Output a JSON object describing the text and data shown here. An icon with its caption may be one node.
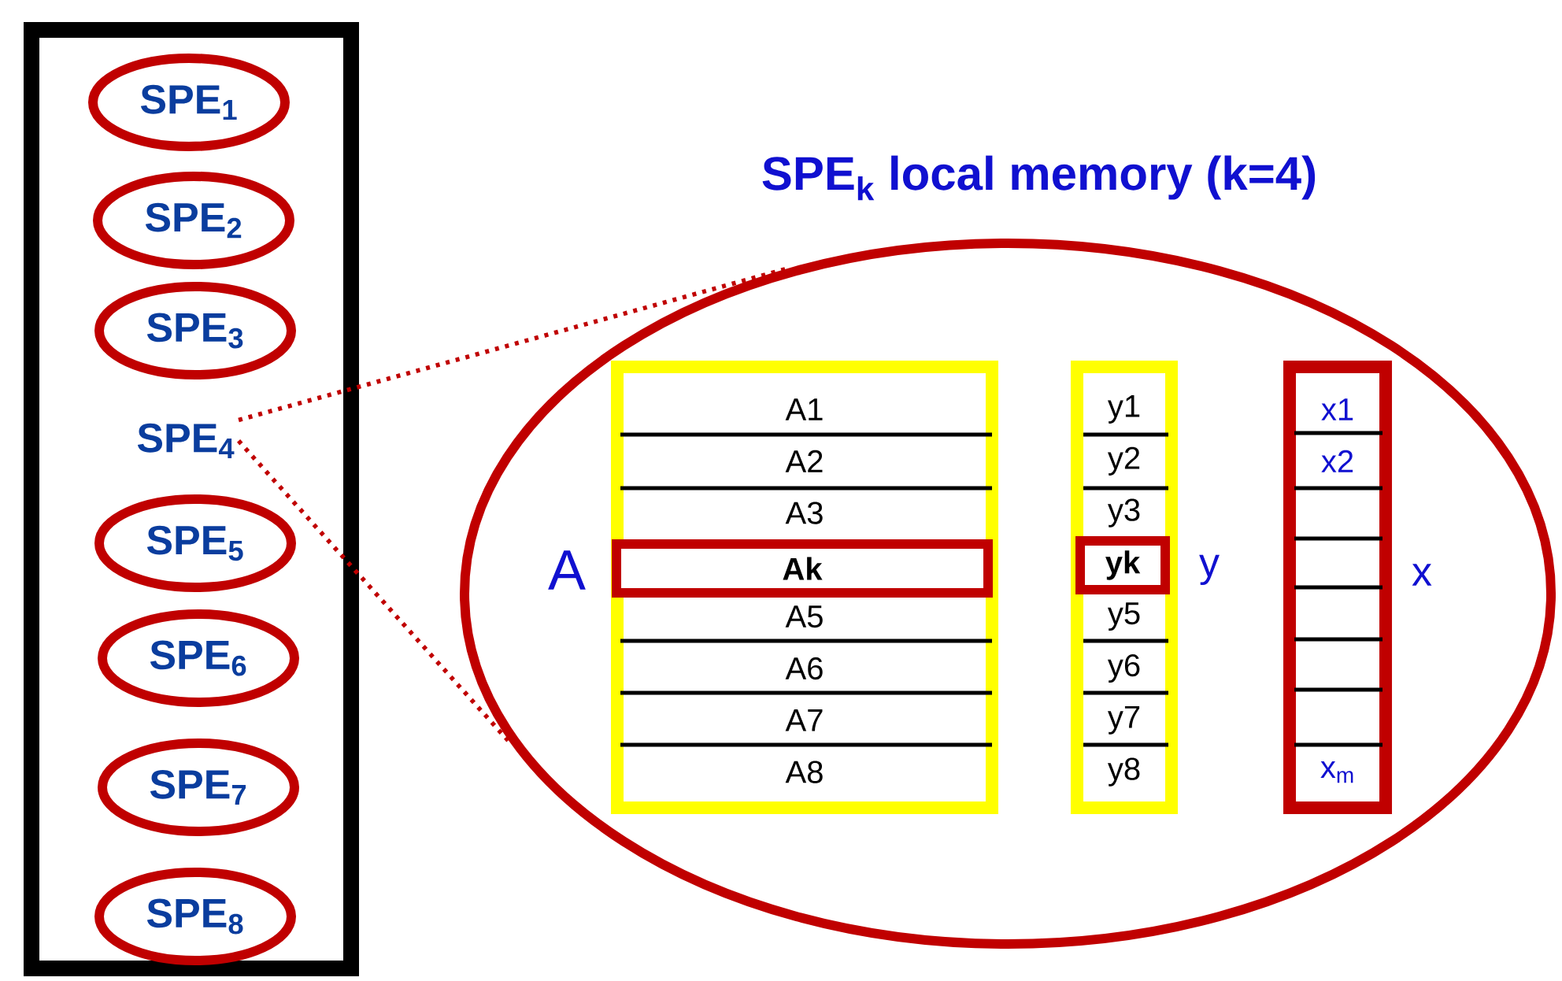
{
  "diagram": {
    "nodes": [
      {
        "text": [],
        "shape": "box"
      },
      {
        "text": [
          "SPE$_{1}$"
        ],
        "in": 0
      },
      {
        "text": [
          "SPE$_{2}$"
        ],
        "in": 0
      },
      {
        "text": [
          "SPE$_{3}$"
        ],
        "in": 0
      },
      {
        "text": [
          "SPE$_{4}$"
        ],
        "in": 0
      },
      {
        "text": [
          "SPE$_{5}$"
        ],
        "in": 0
      },
      {
        "text": [
          "SPE$_{6}$"
        ],
        "in": 0
      },
      {
        "text": [
          "SPE$_{7}$"
        ],
        "in": 0
      },
      {
        "text": [
          "SPE$_{8}$"
        ],
        "in": 0
      },
      {
        "text": [
          "SPE$_{k}$ local memory (k=4)"
        ]
      },
      {
        "text": [
          "A1",
          "A2",
          "A3",
          "A5",
          "A6",
          "A7",
          "A8"
        ],
        "beside": [
          "A"
        ],
        "in": 9
      },
      {
        "text": [
          "Ak"
        ],
        "in": 10
      },
      {
        "text": [
          "y1",
          "y2",
          "y3",
          "y5",
          "y6",
          "y7",
          "y8"
        ],
        "beside": [
          "y"
        ],
        "in": 9
      },
      {
        "text": [
          "yk"
        ],
        "in": 12
      },
      {
        "text": [
          "x1",
          "x2",
          "x$_{m}$"
        ],
        "beside": [
          "x"
        ],
        "in": 9
      }
    ],
    "edges": [
      {
        "from": 4,
        "to": 9,
        "arrow": "none",
        "style": "dashed"
      },
      {
        "from": 4,
        "to": 9,
        "arrow": "none",
        "style": "dashed"
      }
    ]
  }
}
